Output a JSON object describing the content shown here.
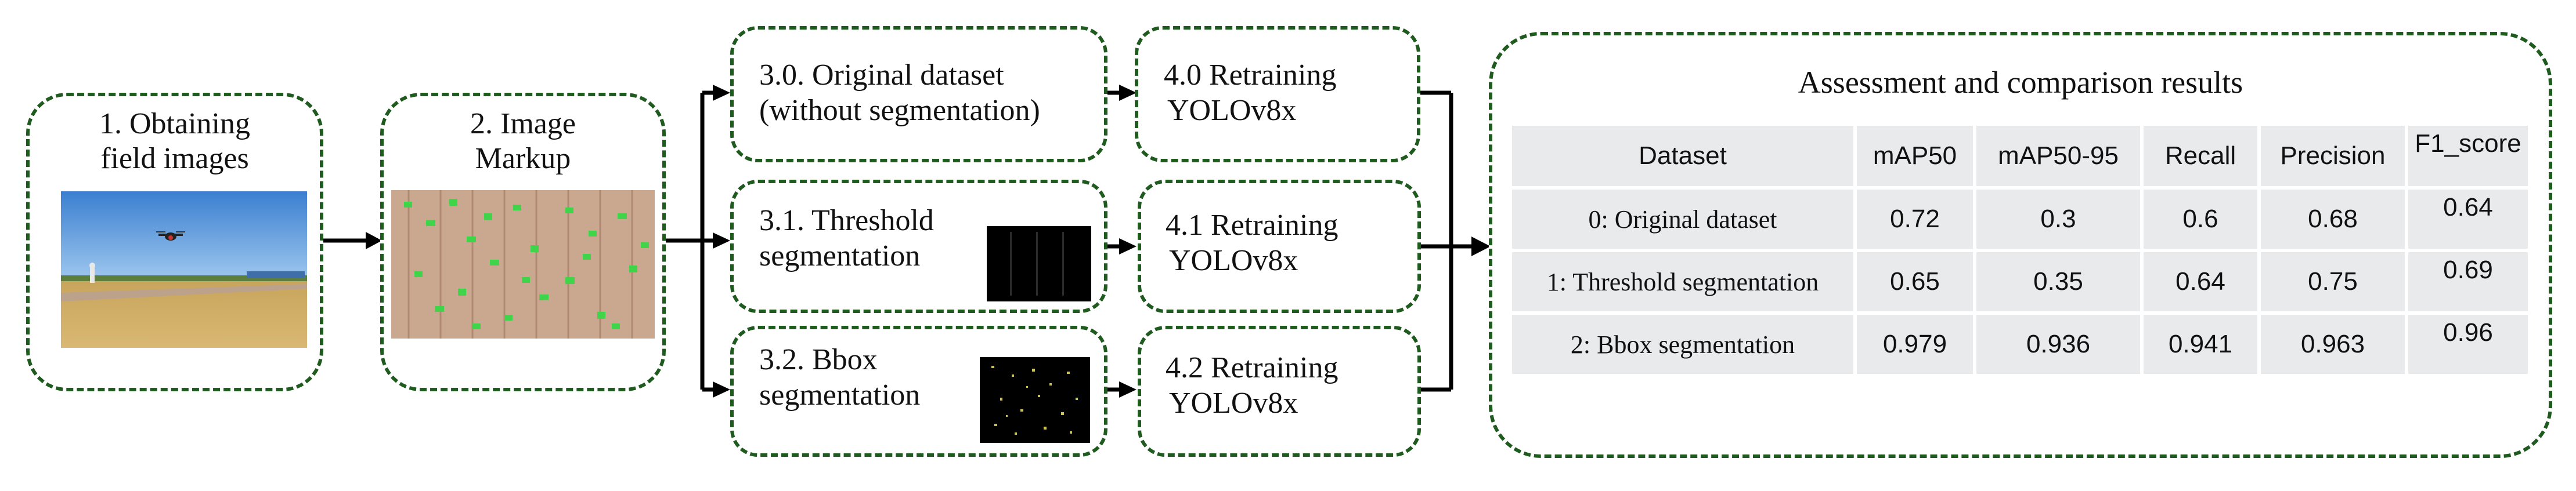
{
  "steps": {
    "s1": {
      "line1": "1. Obtaining",
      "line2": "field images"
    },
    "s2": {
      "line1": "2. Image",
      "line2": "Markup"
    },
    "s30": {
      "line1": "3.0. Original dataset",
      "line2": "(without segmentation)"
    },
    "s31": {
      "line1": "3.1. Threshold",
      "line2": "segmentation"
    },
    "s32": {
      "line1": "3.2. Bbox",
      "line2": "segmentation"
    },
    "s40": {
      "line1": "4.0 Retraining",
      "line2": "YOLOv8x"
    },
    "s41": {
      "line1": "4.1 Retraining",
      "line2": "YOLOv8x"
    },
    "s42": {
      "line1": "4.2 Retraining",
      "line2": "YOLOv8x"
    }
  },
  "results": {
    "title": "Assessment and comparison results",
    "headers": [
      "Dataset",
      "mAP50",
      "mAP50-95",
      "Recall",
      "Precision",
      "F1_score"
    ],
    "rows": [
      [
        "0: Original dataset",
        "0.72",
        "0.3",
        "0.6",
        "0.68",
        "0.64"
      ],
      [
        "1: Threshold segmentation",
        "0.65",
        "0.35",
        "0.64",
        "0.75",
        "0.69"
      ],
      [
        "2: Bbox segmentation",
        "0.979",
        "0.936",
        "0.941",
        "0.963",
        "0.96"
      ]
    ]
  },
  "colors": {
    "border": "#1f5a1f",
    "table_bg": "#e9eaec",
    "arrow": "#000000"
  }
}
